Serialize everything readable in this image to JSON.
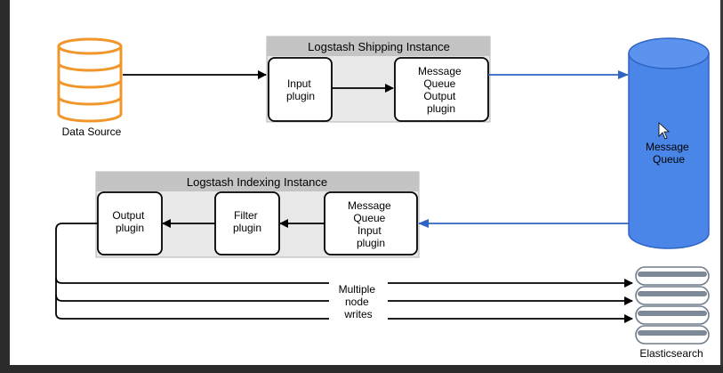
{
  "shipping_instance": {
    "title": "Logstash Shipping Instance"
  },
  "indexing_instance": {
    "title": "Logstash Indexing Instance"
  },
  "data_source": {
    "label": "Data Source"
  },
  "shipping_input_plugin": {
    "lines": [
      "Input",
      "plugin"
    ]
  },
  "shipping_output_plugin": {
    "lines": [
      "Message",
      "Queue",
      "Output",
      "plugin"
    ]
  },
  "message_queue": {
    "lines": [
      "Message",
      "Queue"
    ]
  },
  "indexing_input_plugin": {
    "lines": [
      "Message",
      "Queue",
      "Input",
      "plugin"
    ]
  },
  "filter_plugin": {
    "lines": [
      "Filter",
      "plugin"
    ]
  },
  "indexing_output_plugin": {
    "lines": [
      "Output",
      "plugin"
    ]
  },
  "writes_label": {
    "lines": [
      "Multiple",
      "node",
      "writes"
    ]
  },
  "elasticsearch": {
    "label": "Elasticsearch"
  },
  "colors": {
    "orange": "#f0962a",
    "blue_fill": "#4a86e8",
    "blue_line": "#2f64c2",
    "group_fill": "#e8e8e8",
    "group_header": "#c4c4c4",
    "es_stroke": "#6f7d8c"
  }
}
